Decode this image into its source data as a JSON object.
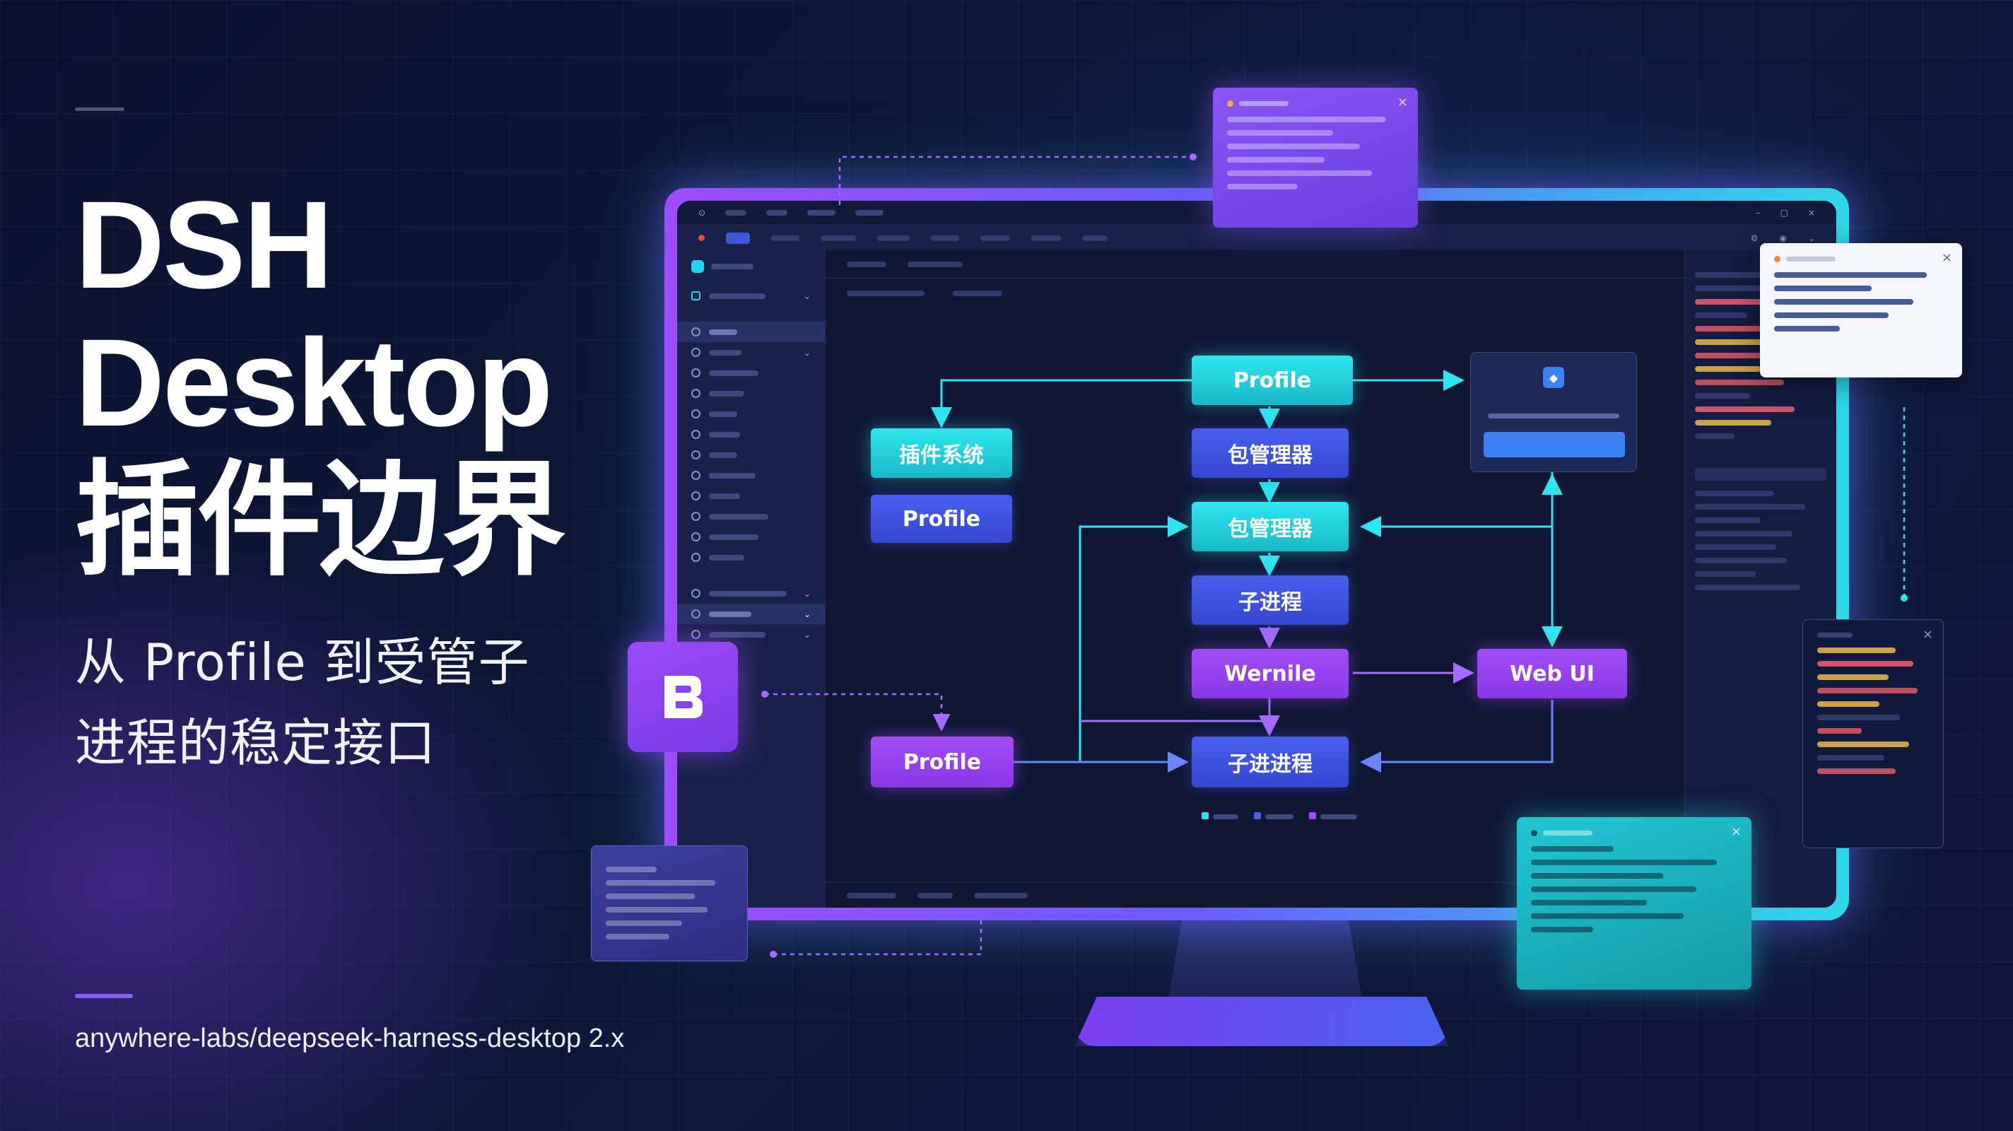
{
  "headline": {
    "line1": "DSH",
    "line2": "Desktop",
    "line3": "插件边界"
  },
  "subheadline": {
    "line1": "从 Profile 到受管子",
    "line2": "进程的稳定接口"
  },
  "repo": "anywhere-labs/deepseek-harness-desktop 2.x",
  "diagram": {
    "nodes": {
      "profile_top": "Profile",
      "plugin_system": "插件系统",
      "profile_left": "Profile",
      "pkg_manager_1": "包管理器",
      "pkg_manager_2": "包管理器",
      "subprocess": "子进程",
      "wernile": "Wernile",
      "web_ui": "Web UI",
      "profile_bottom": "Profile",
      "sub_subprocess": "子进进程"
    }
  },
  "colors": {
    "cyan": "#2ee6ef",
    "blue": "#4a5ff0",
    "purple": "#a14cf5",
    "background": "#0d1838"
  },
  "icons": {
    "app_icon": "dsh-logo-icon",
    "panel_icon": "plugin-icon"
  }
}
